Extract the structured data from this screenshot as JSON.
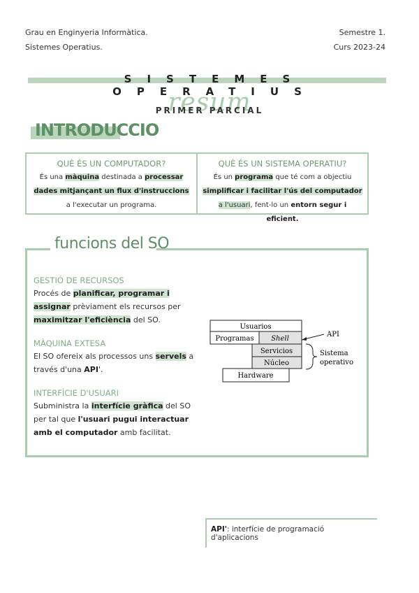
{
  "header": {
    "left_line1": "Grau en Enginyeria Informàtica.",
    "left_line2": "Sistemes Operatius.",
    "right_line1": "Semestre 1.",
    "right_line2": "Curs 2023-24"
  },
  "title": "SISTEMES OPERATIUS",
  "subtitle_script": "resum",
  "subtitle": "PRIMER PARCIAL",
  "section_intro": "INTRODUCCIO",
  "box_left": {
    "heading": "QUÈ ÉS UN COMPUTADOR?",
    "t1": "És una ",
    "b1": "màquina",
    "t2": " destinada a ",
    "b2": "processar dades mitjançant un flux d'instruccions",
    "t3": " a l'executar un programa."
  },
  "box_right": {
    "heading": "QUÈ ÉS UN SISTEMA OPERATIU?",
    "t1": "És un ",
    "b1": "programa",
    "t2": " que té com a objectiu ",
    "b2": "simplificar i facilitar l'ús del computador",
    "t3": " a l'usuari",
    "t4": ", fent-lo un ",
    "b3": "entorn segur i eficient."
  },
  "section_funcions": "funcions del SO",
  "gestio": {
    "heading": "GESTIÓ DE RECURSOS",
    "t1": "Procés de ",
    "b1": "planificar, programar i assignar",
    "t2": " prèviament els recursos per ",
    "b2": "maximitzar l'eficiència",
    "t3": " del SO."
  },
  "maquina": {
    "heading": "MÀQUINA EXTESA",
    "t1": "El SO ofereix als processos uns ",
    "b1": "servels",
    "t2": " a través d'una ",
    "b2": "API",
    "t3": "'."
  },
  "interficie": {
    "heading": "INTERFÍCIE D'USUARI",
    "t1": "Subministra la ",
    "b1": "interfície gràfica",
    "t2": " del SO per tal que ",
    "b2": "l'usuari pugui interactuar amb el computador",
    "t3": " amb facilitat."
  },
  "diagram": {
    "usuarios": "Usuarios",
    "programas": "Programas",
    "shell": "Shell",
    "servicios": "Servicios",
    "nucleo": "Núcleo",
    "hardware": "Hardware",
    "api": "API",
    "sistema": "Sistema",
    "operativo": "operativo"
  },
  "footnote": {
    "b": "API'",
    "t": ": interfície de programació d'aplicacions"
  }
}
